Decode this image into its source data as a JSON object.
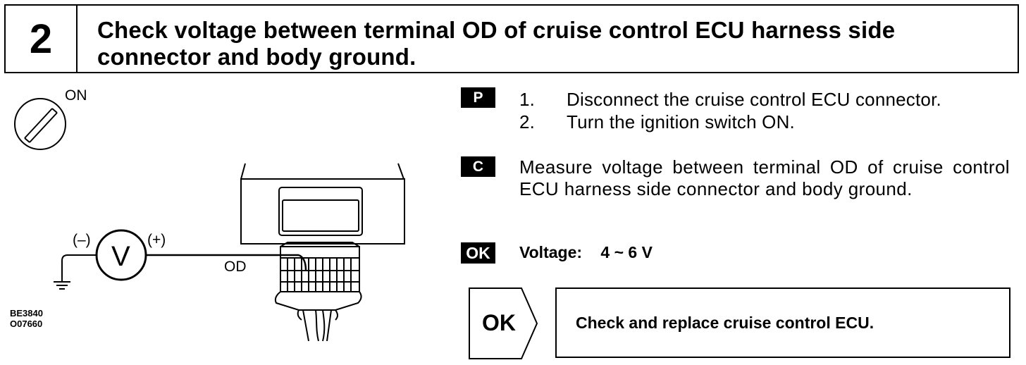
{
  "header": {
    "step_number": "2",
    "title_line1": "Check voltage between terminal OD of cruise control ECU harness side",
    "title_line2": "connector and body ground."
  },
  "figure": {
    "ignition_label": "ON",
    "minus_label": "(–)",
    "plus_label": "(+)",
    "meter_symbol": "V",
    "terminal_label": "OD",
    "code_line1": "BE3840",
    "code_line2": "O07660"
  },
  "prep": {
    "tag": "P",
    "steps": [
      {
        "num": "1.",
        "text": "Disconnect the cruise control ECU connector."
      },
      {
        "num": "2.",
        "text": "Turn the ignition switch ON."
      }
    ]
  },
  "check": {
    "tag": "C",
    "text": "Measure voltage between terminal OD of cruise control ECU harness side connector and body ground."
  },
  "spec": {
    "tag": "OK",
    "label": "Voltage:",
    "value": "4 ~ 6 V"
  },
  "result": {
    "arrow_label": "OK",
    "action": "Check and replace cruise control ECU."
  }
}
